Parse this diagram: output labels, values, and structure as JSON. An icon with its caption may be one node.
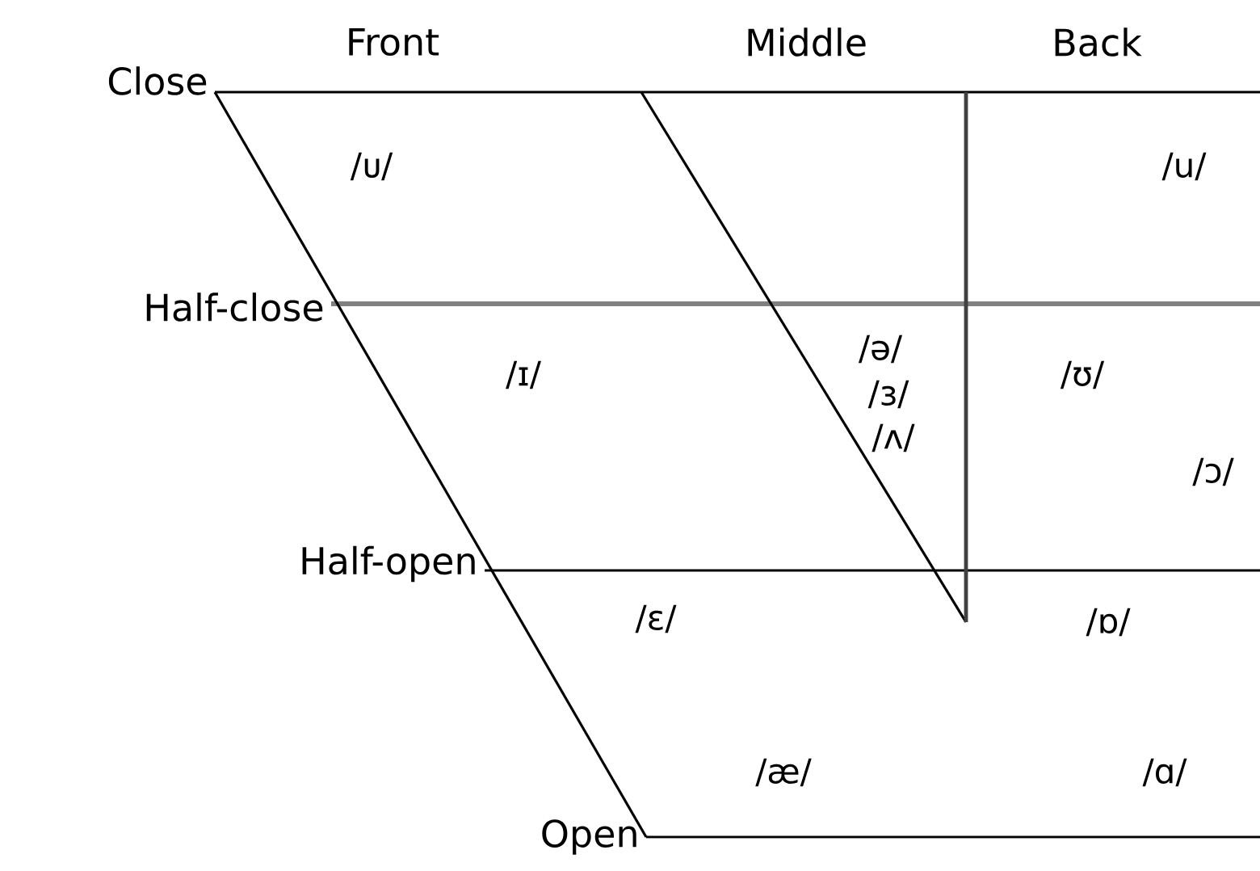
{
  "diagram": {
    "labels": [
      "Front",
      "Middle",
      "Back",
      "Close",
      "/ᴜ/",
      "/u/",
      "Half-close",
      "/ɪ/",
      "/ə/",
      "/ʊ/",
      "/ɜ/",
      "/ʌ/",
      "/ɔ/",
      "Half-open",
      "/ɛ/",
      "/ɒ/",
      "/æ/",
      "/ɑ/",
      "Open"
    ]
  }
}
